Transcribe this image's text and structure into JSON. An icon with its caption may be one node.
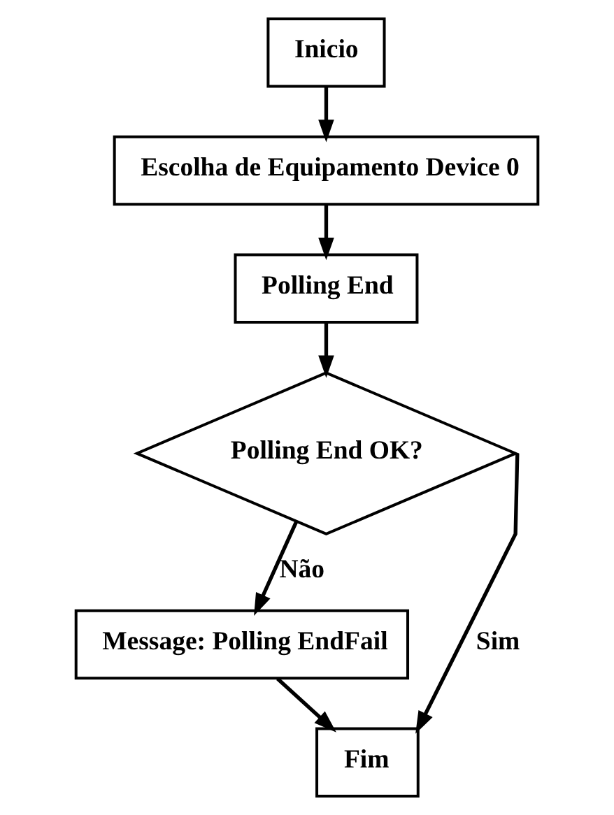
{
  "diagram": {
    "nodes": [
      {
        "text": [
          "Inicio"
        ]
      },
      {
        "text": [
          "Escolha de Equipamento Device 0"
        ]
      },
      {
        "text": [
          "Polling End"
        ]
      },
      {
        "text": [
          "Polling End OK?"
        ]
      },
      {
        "text": [
          "Message: Polling EndFail"
        ]
      },
      {
        "text": [
          "Fim"
        ]
      }
    ],
    "edges": [
      {
        "from": 0,
        "to": 1,
        "arrow": "to"
      },
      {
        "from": 1,
        "to": 2,
        "arrow": "to"
      },
      {
        "from": 2,
        "to": 3,
        "arrow": "to"
      },
      {
        "from": 3,
        "to": 4,
        "arrow": "to",
        "label": "Não"
      },
      {
        "from": 3,
        "to": 5,
        "arrow": "to",
        "label": "Sim"
      },
      {
        "from": 4,
        "to": 5,
        "arrow": "to"
      }
    ]
  }
}
